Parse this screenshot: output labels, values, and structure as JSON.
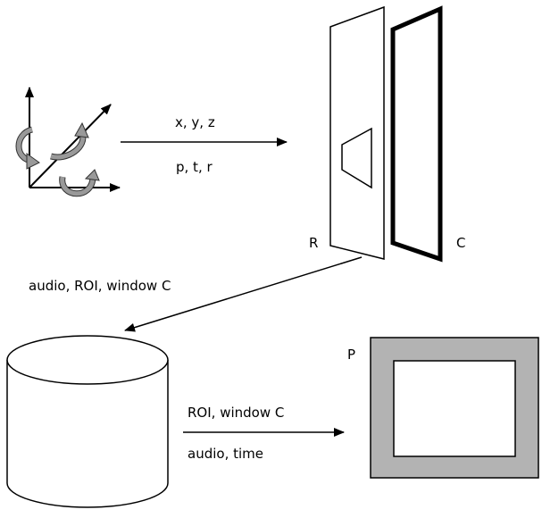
{
  "motion_labels": {
    "translation": "x, y, z",
    "rotation": "p, t, r"
  },
  "frame_labels": {
    "rear": "R",
    "camera": "C"
  },
  "capture_label": "audio, ROI, window C",
  "output_labels": {
    "top": "ROI, window C",
    "bottom": "audio, time"
  },
  "projection_label": "P"
}
